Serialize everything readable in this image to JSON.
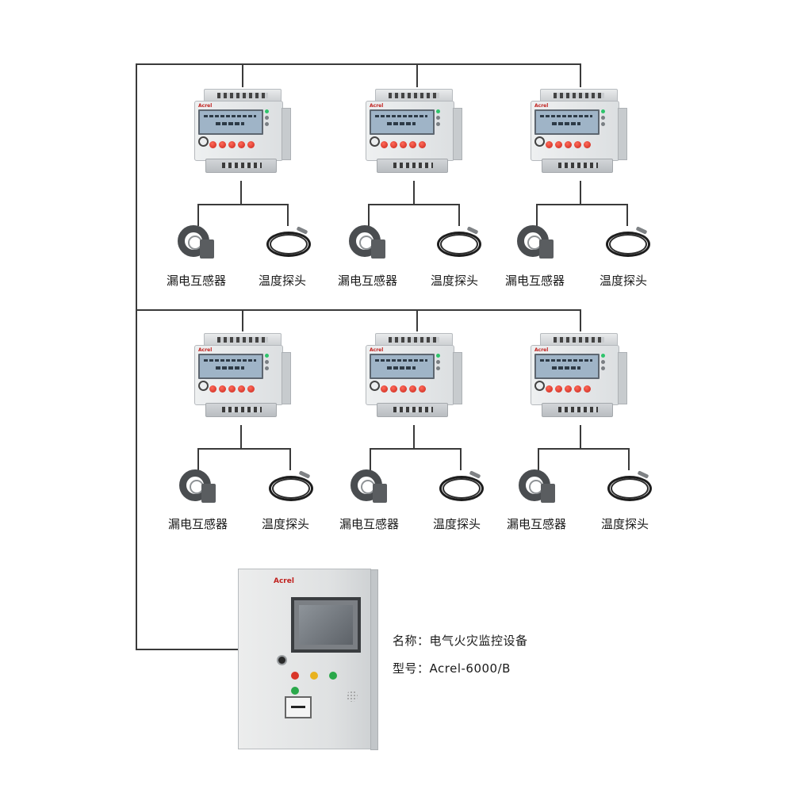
{
  "system": {
    "groups": [
      {
        "units": [
          {
            "module_brand": "Acrel",
            "ct_label": "漏电互感器",
            "probe_label": "温度探头"
          },
          {
            "module_brand": "Acrel",
            "ct_label": "漏电互感器",
            "probe_label": "温度探头"
          },
          {
            "module_brand": "Acrel",
            "ct_label": "漏电互感器",
            "probe_label": "温度探头"
          }
        ]
      },
      {
        "units": [
          {
            "module_brand": "Acrel",
            "ct_label": "漏电互感器",
            "probe_label": "温度探头"
          },
          {
            "module_brand": "Acrel",
            "ct_label": "漏电互感器",
            "probe_label": "温度探头"
          },
          {
            "module_brand": "Acrel",
            "ct_label": "漏电互感器",
            "probe_label": "温度探头"
          }
        ]
      }
    ]
  },
  "cabinet": {
    "brand": "Acrel"
  },
  "info": {
    "name_label": "名称：",
    "name_value": "电气火灾监控设备",
    "model_label": "型号：",
    "model_value": "Acrel-6000/B"
  },
  "colors": {
    "wire": "#3a3a3a",
    "brand_red": "#c0201d",
    "status_green": "#2ec46b",
    "button_red": "#d9362a",
    "button_yellow": "#e8b21f",
    "button_green": "#2aa84a"
  }
}
